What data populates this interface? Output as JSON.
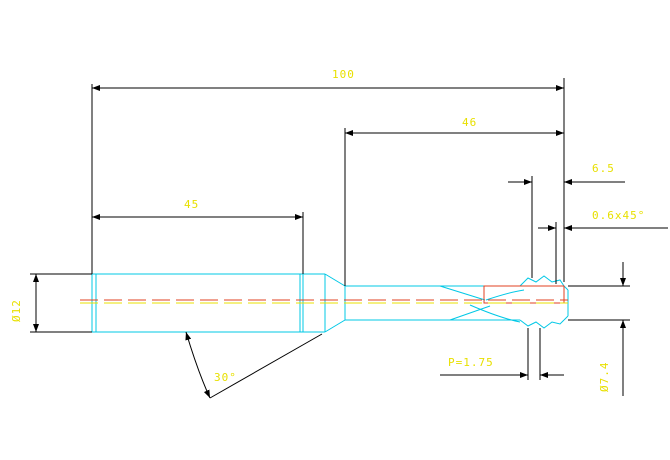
{
  "colors": {
    "background": "#ffffff",
    "dimension_line": "#000000",
    "outline": "#00c8e6",
    "centerline": "#e04020",
    "text": "#e8e000"
  },
  "dimensions": {
    "overall_length": "100",
    "neck_length": "46",
    "shank_length": "45",
    "tip_length": "6.5",
    "chamfer": "0.6x45°",
    "shank_diameter": "Ø12",
    "tip_diameter": "Ø7.4",
    "thread_pitch": "P=1.75",
    "taper_angle": "30°"
  }
}
